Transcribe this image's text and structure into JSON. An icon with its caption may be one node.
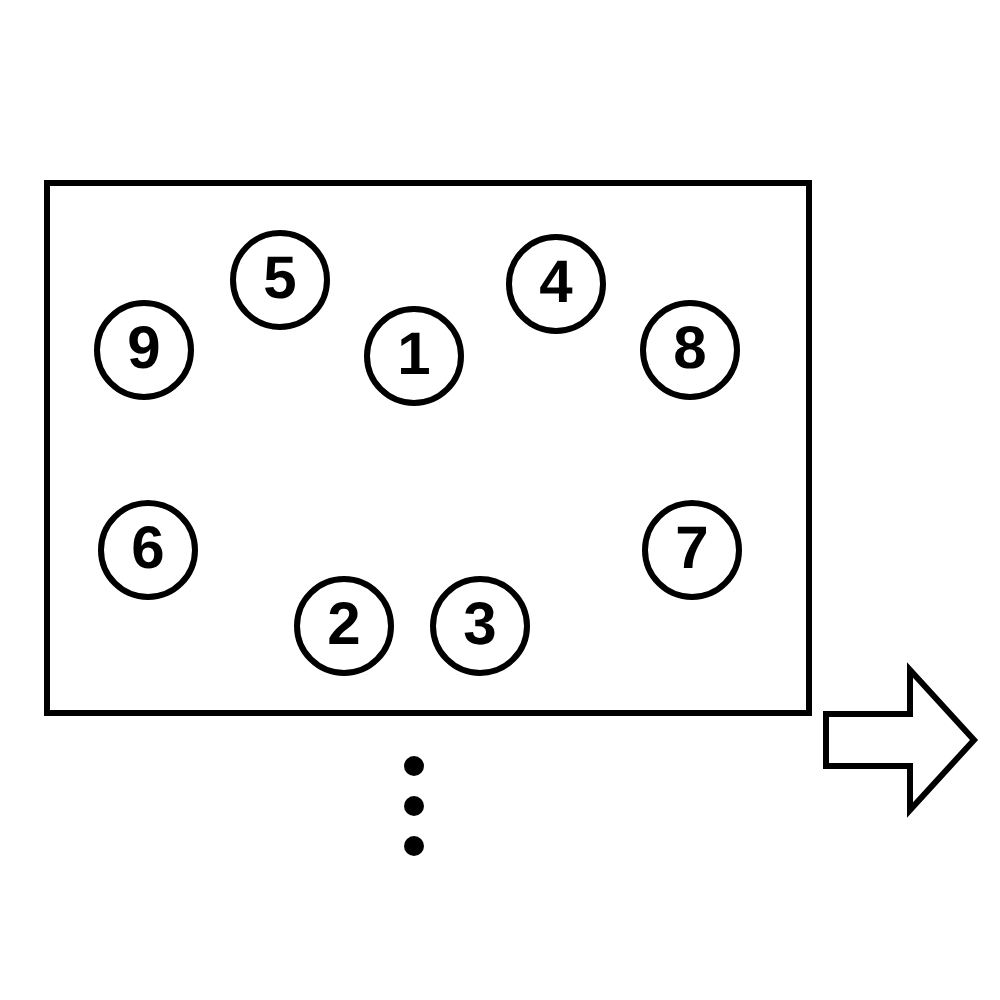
{
  "diagram": {
    "nodes": [
      {
        "text": [],
        "shape": "box"
      },
      {
        "text": [
          "5"
        ],
        "in": 0
      },
      {
        "text": [
          "4"
        ],
        "in": 0
      },
      {
        "text": [
          "9"
        ],
        "in": 0
      },
      {
        "text": [
          "1"
        ],
        "in": 0
      },
      {
        "text": [
          "8"
        ],
        "in": 0
      },
      {
        "text": [
          "6"
        ],
        "in": 0
      },
      {
        "text": [
          "7"
        ],
        "in": 0
      },
      {
        "text": [
          "2"
        ],
        "in": 0
      },
      {
        "text": [
          "3"
        ],
        "in": 0
      }
    ]
  }
}
